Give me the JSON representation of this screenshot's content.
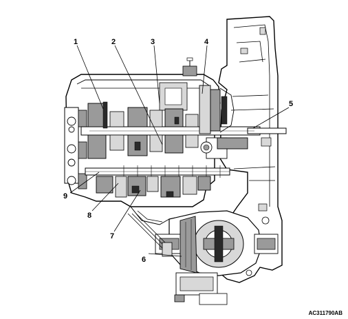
{
  "figure": {
    "id_code": "AC311790AB",
    "callouts": [
      {
        "num": "1"
      },
      {
        "num": "2"
      },
      {
        "num": "3"
      },
      {
        "num": "4"
      },
      {
        "num": "5"
      },
      {
        "num": "6"
      },
      {
        "num": "7"
      },
      {
        "num": "8"
      },
      {
        "num": "9"
      }
    ]
  }
}
